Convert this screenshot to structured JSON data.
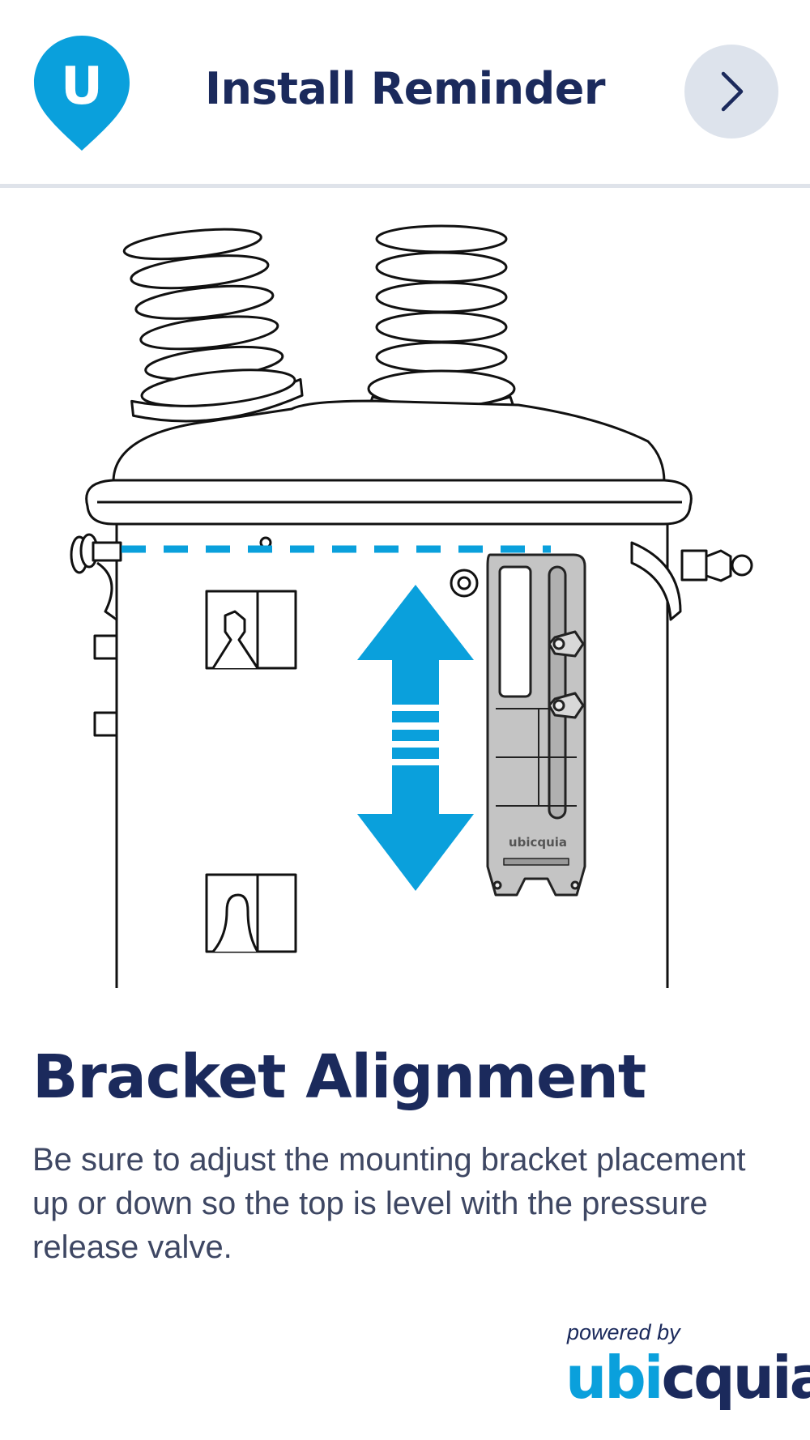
{
  "header": {
    "logo_letter": "U",
    "title": "Install Reminder",
    "next_icon": "chevron-right-icon"
  },
  "illustration": {
    "bracket_brand_text": "ubicquia",
    "arrow_icon": "up-down-arrow-icon",
    "colors": {
      "accent": "#0aa0dc",
      "bracket": "#c4c4c4",
      "line": "#111111"
    }
  },
  "content": {
    "title": "Bracket Alignment",
    "description": "Be sure to adjust the mounting bracket placement up or down so the top is level with the pressure release valve."
  },
  "footer": {
    "powered_by": "powered by",
    "brand_part1": "ubi",
    "brand_part2": "cquia",
    "brand_mark": "®"
  },
  "colors": {
    "primary_navy": "#1b2a5c",
    "accent_blue": "#0aa0dc",
    "button_bg": "#dde3ec",
    "body_text": "#3e4763"
  }
}
